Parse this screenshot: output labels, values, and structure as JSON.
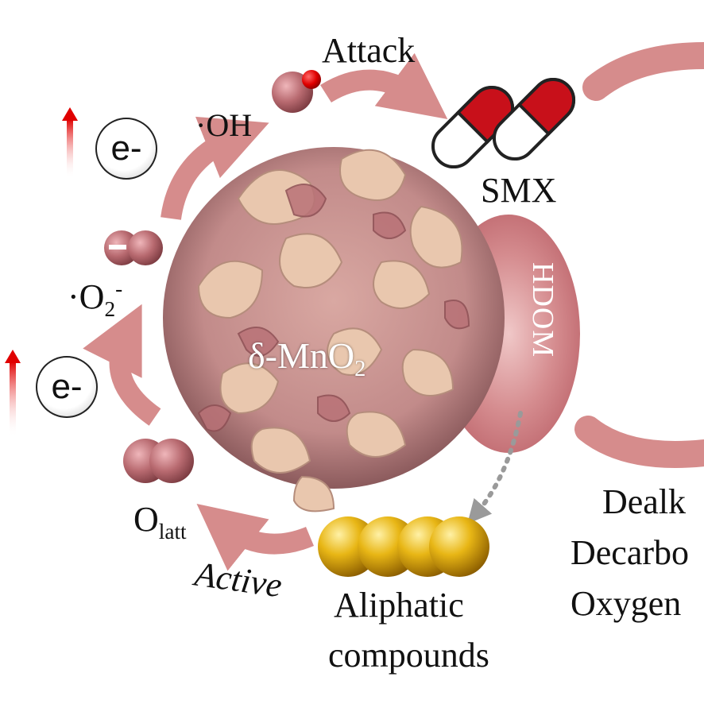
{
  "labels": {
    "attack": "Attack",
    "oh_radical": "·OH",
    "smx": "SMX",
    "hdom": "HDOM",
    "electron_top": "e-",
    "electron_bottom": "e-",
    "superoxide_main": "·O",
    "superoxide_sub": "2",
    "superoxide_sup": "-",
    "catalyst_main": "δ-MnO",
    "catalyst_sub": "2",
    "olatt_main": "O",
    "olatt_sub": "latt",
    "active": "Active",
    "aliphatic_line1": "Aliphatic",
    "aliphatic_line2": "compounds",
    "right_line1": "Dealk",
    "right_line2": "Decarbo",
    "right_line3": "Oxygen"
  },
  "colors": {
    "arrow": "#d68c8c",
    "sphere_dark": "#a85d63",
    "sphere_light": "#d9959b",
    "gold": "#e0b020",
    "capsule_red": "#c8101a",
    "hdom_disk": "#c9767c"
  }
}
